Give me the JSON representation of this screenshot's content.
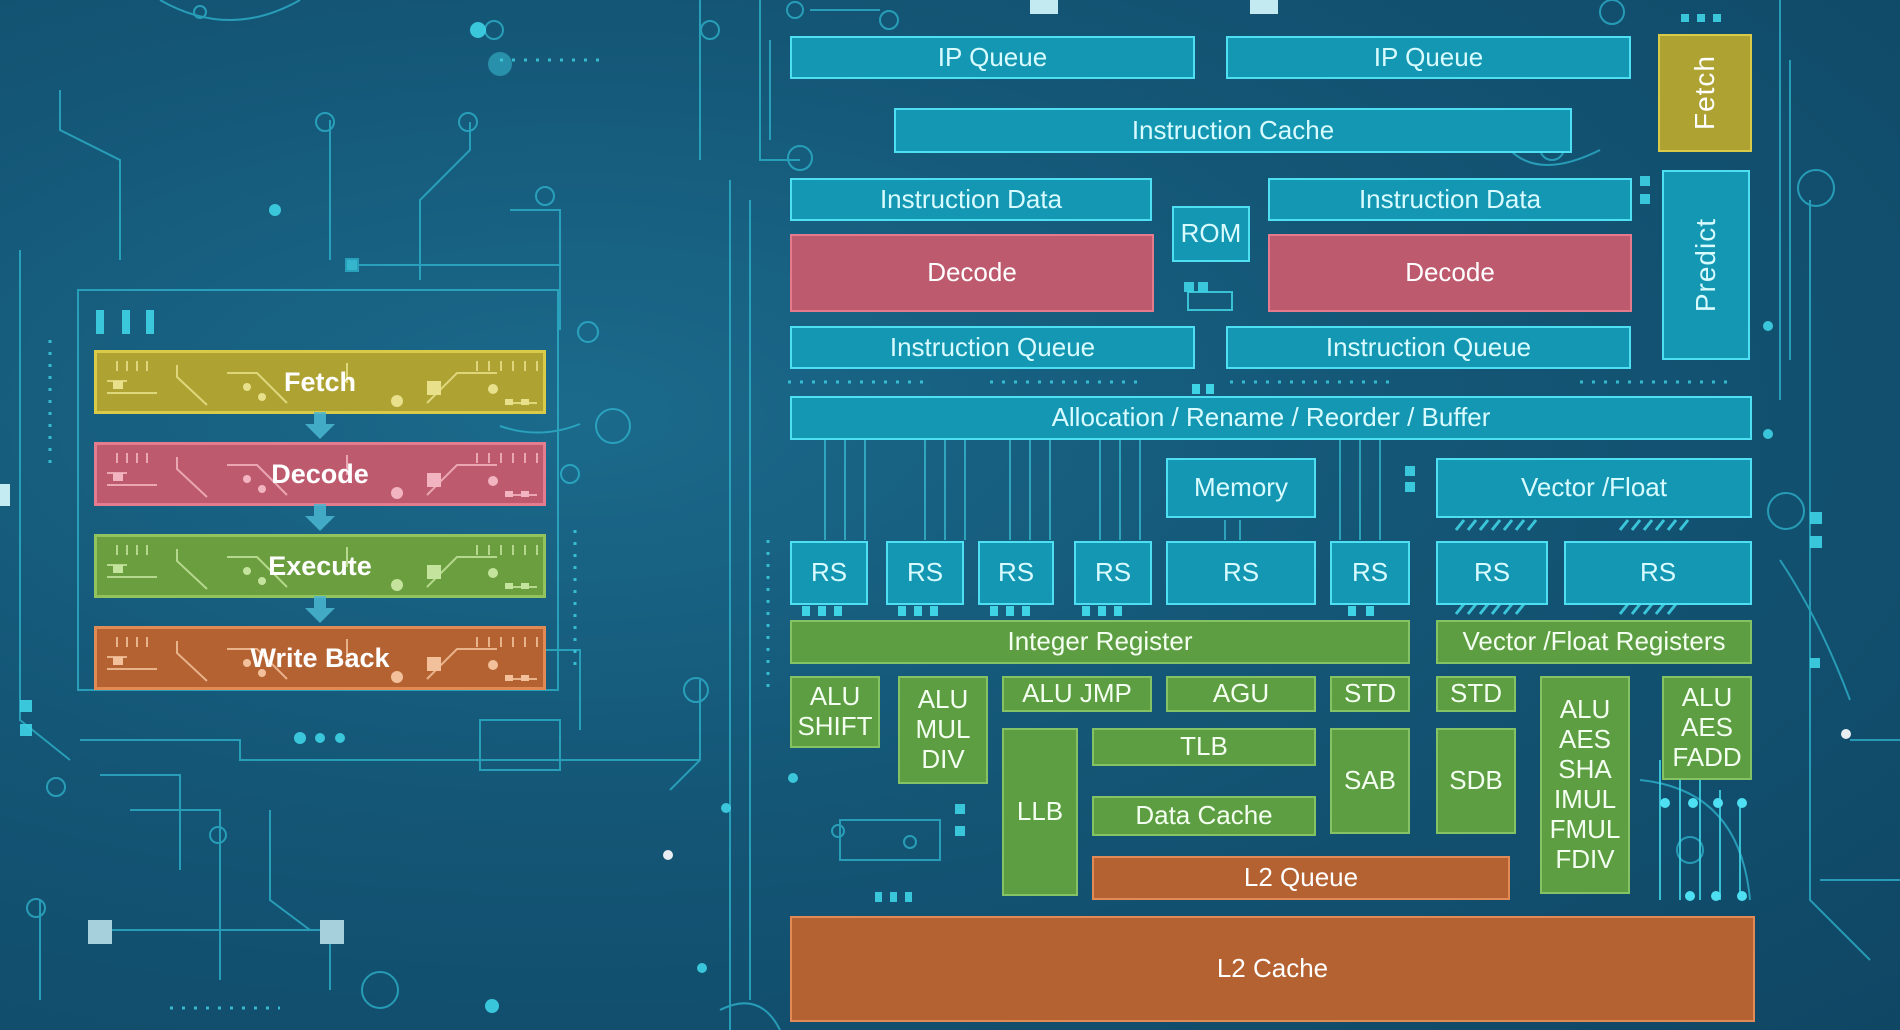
{
  "pipeline": {
    "stages": [
      "Fetch",
      "Decode",
      "Execute",
      "Write Back"
    ]
  },
  "frontend": {
    "ip_queue_1": "IP Queue",
    "ip_queue_2": "IP Queue",
    "fetch": "Fetch",
    "instruction_cache": "Instruction Cache",
    "instruction_data_1": "Instruction Data",
    "instruction_data_2": "Instruction Data",
    "rom": "ROM",
    "predict": "Predict",
    "decode_1": "Decode",
    "decode_2": "Decode",
    "instruction_queue_1": "Instruction Queue",
    "instruction_queue_2": "Instruction Queue"
  },
  "backend": {
    "allocation": "Allocation / Rename / Reorder / Buffer",
    "memory": "Memory",
    "vector_float": "Vector /Float",
    "rs": [
      "RS",
      "RS",
      "RS",
      "RS",
      "RS",
      "RS",
      "RS",
      "RS"
    ],
    "integer_register": "Integer Register",
    "vector_float_registers": "Vector /Float Registers"
  },
  "units": {
    "alu_shift": [
      "ALU",
      "SHIFT"
    ],
    "alu_mul_div": [
      "ALU",
      "MUL",
      "DIV"
    ],
    "alu_jmp": "ALU JMP",
    "agu": "AGU",
    "std_1": "STD",
    "std_2": "STD",
    "alu_aes_sha": [
      "ALU",
      "AES",
      "SHA",
      "IMUL",
      "FMUL",
      "FDIV"
    ],
    "alu_aes_fadd": [
      "ALU",
      "AES",
      "FADD"
    ],
    "tlb": "TLB",
    "sab": "SAB",
    "sdb": "SDB",
    "llb": "LLB",
    "data_cache": "Data Cache",
    "l2_queue": "L2 Queue",
    "l2_cache": "L2 Cache"
  },
  "colors": {
    "cyan": "#1497b3",
    "decode_red": "#bd5a6e",
    "exec_green": "#5e9e42",
    "cache_orange": "#b56232",
    "fetch_yellow": "#aea332",
    "line_cyan": "#3fd3e6"
  }
}
